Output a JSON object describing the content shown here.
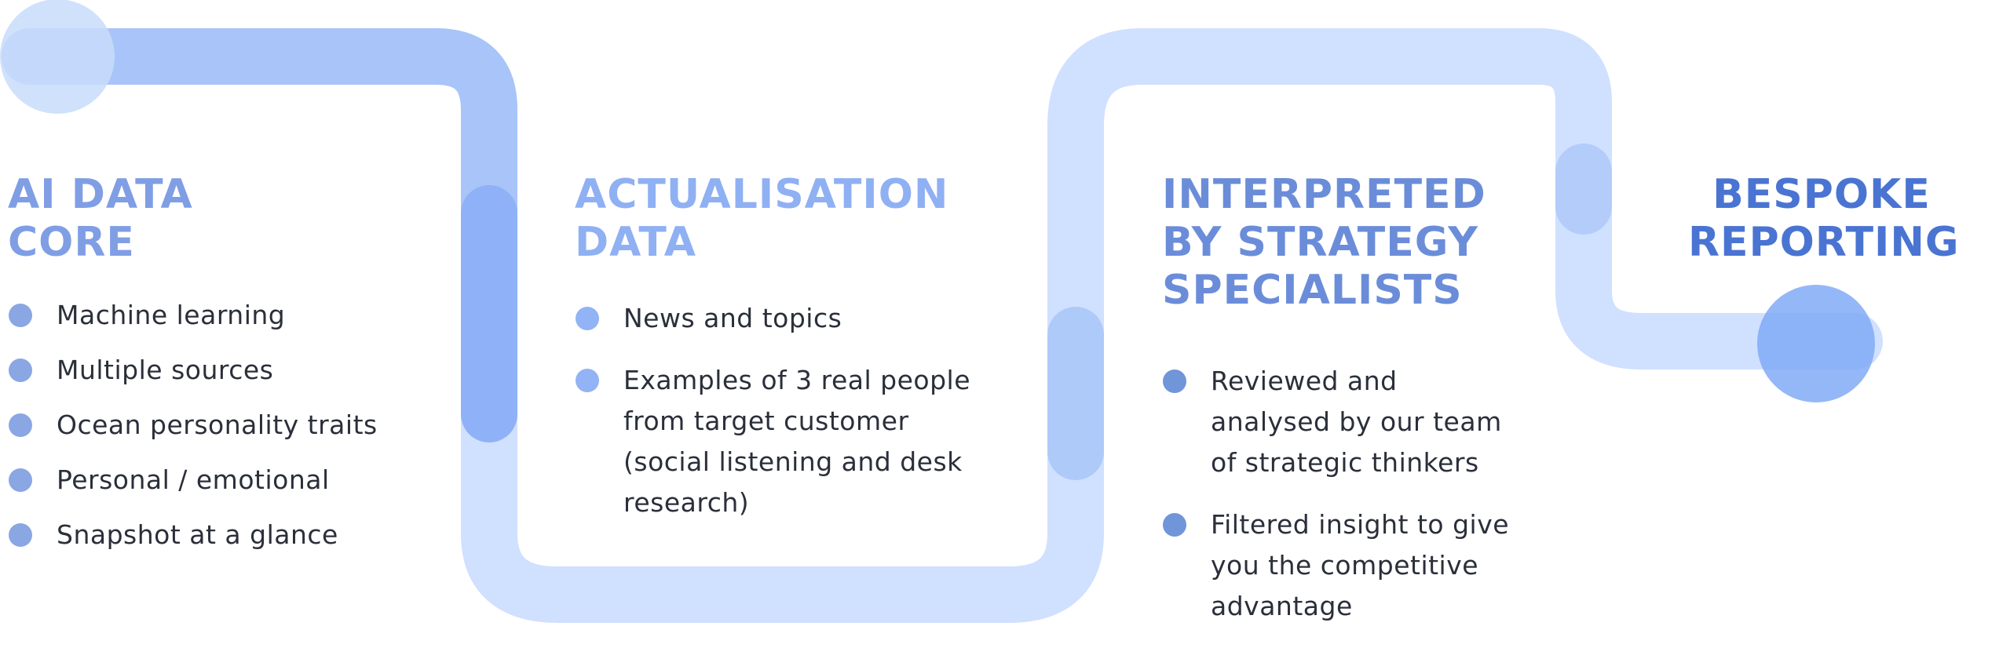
{
  "colors": {
    "track_light": "#d0e0ff",
    "track_mid": "#a8c4f8",
    "track_strong": "#8fb1f7",
    "node_fill": "#7da7f7",
    "node_start": "#c8dcfc"
  },
  "stages": [
    {
      "title_line1": "AI DATA",
      "title_line2": "CORE",
      "items": [
        "Machine learning",
        "Multiple sources",
        "Ocean personality traits",
        "Personal / emotional",
        "Snapshot at a glance"
      ]
    },
    {
      "title_line1": "ACTUALISATION",
      "title_line2": "DATA",
      "items": [
        [
          "News and topics"
        ],
        [
          "Examples of 3 real people",
          "from target customer",
          "(social listening and desk",
          "research)"
        ]
      ]
    },
    {
      "title_line1": "INTERPRETED",
      "title_line2": "BY STRATEGY",
      "title_line3": "SPECIALISTS",
      "items": [
        [
          "Reviewed and",
          "analysed by our team",
          "of strategic thinkers"
        ],
        [
          "Filtered insight to give",
          "you the competitive",
          "advantage"
        ]
      ]
    },
    {
      "title_line1": "BESPOKE",
      "title_line2": "REPORTING"
    }
  ]
}
